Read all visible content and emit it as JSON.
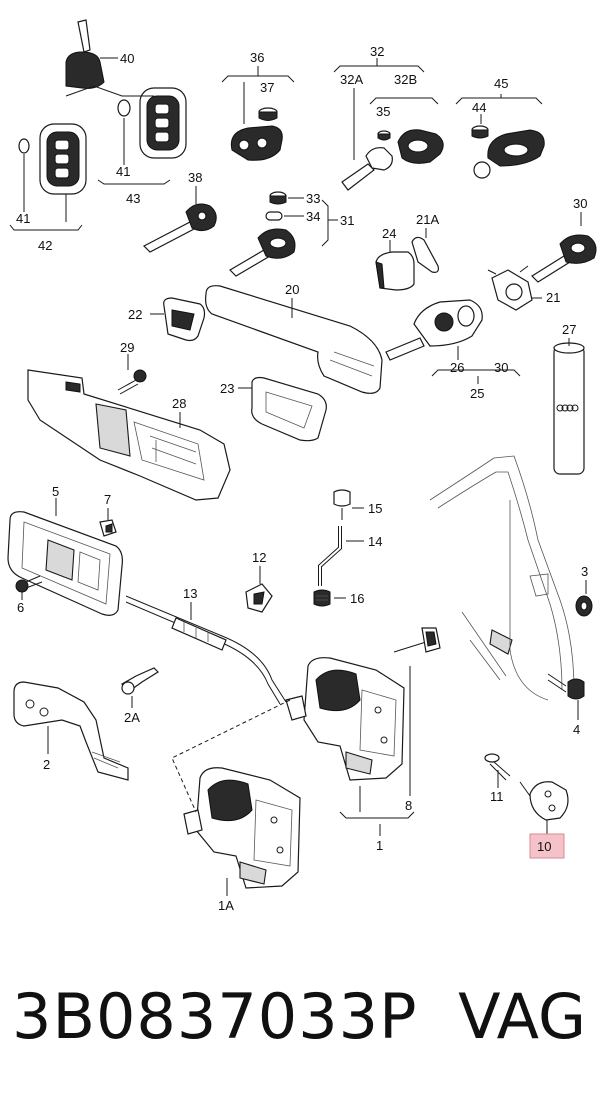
{
  "callouts": {
    "c40": "40",
    "c36": "36",
    "c37": "37",
    "c32": "32",
    "c32a": "32A",
    "c32b": "32B",
    "c45": "45",
    "c35": "35",
    "c44": "44",
    "c41a": "41",
    "c41b": "41",
    "c43": "43",
    "c42": "42",
    "c38": "38",
    "c33": "33",
    "c34": "34",
    "c31": "31",
    "c21a": "21A",
    "c24": "24",
    "c30a": "30",
    "c20": "20",
    "c21": "21",
    "c22": "22",
    "c27": "27",
    "c26": "26",
    "c30b": "30",
    "c25": "25",
    "c29": "29",
    "c23": "23",
    "c28": "28",
    "c5": "5",
    "c7": "7",
    "c15": "15",
    "c14": "14",
    "c6": "6",
    "c12": "12",
    "c16": "16",
    "c3": "3",
    "c13": "13",
    "c2a": "2A",
    "c2": "2",
    "c4": "4",
    "c8": "8",
    "c11": "11",
    "c1": "1",
    "c10": "10",
    "c1a": "1A"
  },
  "highlight_color": "#f4c2c8",
  "footer": {
    "part_number": "3B0837033P",
    "brand": "VAG"
  }
}
